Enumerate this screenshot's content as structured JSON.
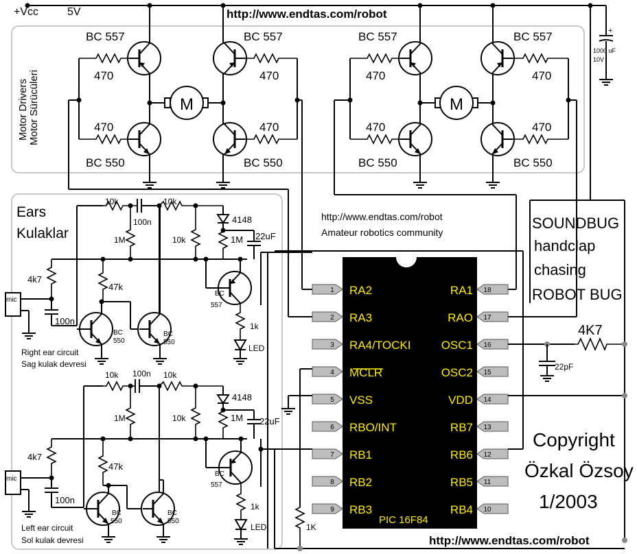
{
  "header": {
    "vcc": "+Vcc",
    "voltage": "5V",
    "url": "http://www.endtas.com/robot"
  },
  "motor_drivers": {
    "label_en": "Motor Drivers",
    "label_tr": "Motor Sürücüleri",
    "pnp": "BC 557",
    "npn": "BC 550",
    "resistor": "470",
    "motor": "M"
  },
  "capacitor_main": {
    "value": "1000 uF",
    "voltage": "10V",
    "polarity": "+"
  },
  "ears": {
    "title_en": "Ears",
    "title_tr": "Kulaklar"
  },
  "ear_parts": {
    "r10k": "10k",
    "c100n": "100n",
    "r1m": "1M",
    "diode": "4148",
    "c22uf": "22uF",
    "r4k7": "4k7",
    "r47k": "47k",
    "r1k": "1k",
    "bc": "BC",
    "n550": "550",
    "n557": "557",
    "led": "LED",
    "mic": "mic"
  },
  "right_ear": {
    "line1": "Right ear circuit",
    "line2": "Sag kulak devresi"
  },
  "left_ear": {
    "line1": "Left ear circuit",
    "line2": "Sol kulak devresi"
  },
  "community": {
    "url": "http://www.endtas.com/robot",
    "text": "Amateur robotics community"
  },
  "title": {
    "l1": "SOUNDBUG",
    "l2": "handclap",
    "l3": "chasing",
    "l4": "ROBOT BUG"
  },
  "chip": {
    "name": "PIC  16F84",
    "left_pins": [
      {
        "num": "1",
        "name": "RA2"
      },
      {
        "num": "2",
        "name": "RA3"
      },
      {
        "num": "3",
        "name": "RA4/TOCKI"
      },
      {
        "num": "4",
        "name": "MCLR"
      },
      {
        "num": "5",
        "name": "VSS"
      },
      {
        "num": "6",
        "name": "RBO/INT"
      },
      {
        "num": "7",
        "name": "RB1"
      },
      {
        "num": "8",
        "name": "RB2"
      },
      {
        "num": "9",
        "name": "RB3"
      }
    ],
    "right_pins": [
      {
        "num": "18",
        "name": "RA1"
      },
      {
        "num": "17",
        "name": "RAO"
      },
      {
        "num": "16",
        "name": "OSC1"
      },
      {
        "num": "15",
        "name": "OSC2"
      },
      {
        "num": "14",
        "name": "VDD"
      },
      {
        "num": "13",
        "name": "RB7"
      },
      {
        "num": "12",
        "name": "RB6"
      },
      {
        "num": "11",
        "name": "RB5"
      },
      {
        "num": "10",
        "name": "RB4"
      }
    ]
  },
  "osc": {
    "resistor": "4K7",
    "capacitor": "22pF"
  },
  "mclr_resistor": "1K",
  "copyright": {
    "l1": "Copyright",
    "l2": "Özkal Özsoy",
    "l3": "1/2003"
  },
  "footer_url": "http://www.endtas.com/robot"
}
